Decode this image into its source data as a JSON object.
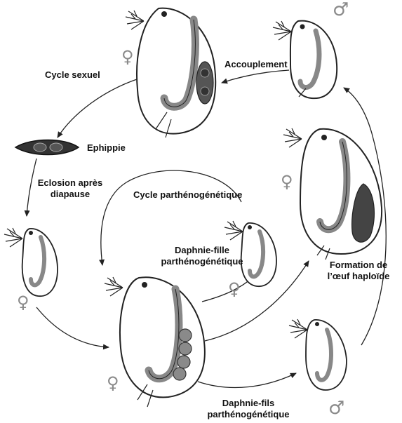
{
  "labels": {
    "cycle_sexuel": "Cycle sexuel",
    "accouplement": "Accouplement",
    "ephippie": "Ephippie",
    "eclosion_line1": "Eclosion après",
    "eclosion_line2": "diapause",
    "cycle_parthenogenetique": "Cycle parthénogénétique",
    "daphnie_fille_line1": "Daphnie-fille",
    "daphnie_fille_line2": "parthénogénétique",
    "formation_line1": "Formation de",
    "formation_line2": "l’œuf haploïde",
    "daphnie_fils_line1": "Daphnie-fils",
    "daphnie_fils_line2": "parthénogénétique"
  },
  "symbols": {
    "female": "♀",
    "male": "♂"
  },
  "colors": {
    "line": "#222222",
    "gut": "#8c8c8c",
    "egg": "#6e6e6e",
    "symbol": "#8a8a8a"
  }
}
